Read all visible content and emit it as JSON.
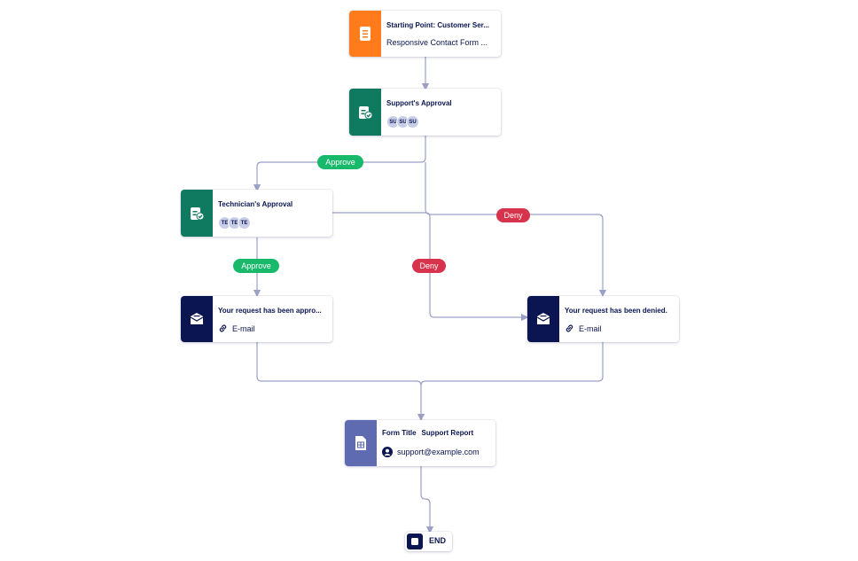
{
  "colors": {
    "form": "#ff7b1c",
    "approval": "#0f7a5f",
    "email": "#0a1551",
    "report": "#5e6bb0",
    "approve": "#18b96b",
    "deny": "#d7334c",
    "connector": "#9aa0c6"
  },
  "nodes": {
    "start": {
      "title": "Starting Point: Customer Ser...",
      "subtitle": "Responsive Contact Form ...",
      "icon": "form-icon"
    },
    "support_approval": {
      "title": "Support's Approval",
      "assignees": [
        "SU",
        "SU",
        "SU"
      ],
      "icon": "approval-icon"
    },
    "technician_approval": {
      "title": "Technician's Approval",
      "assignees": [
        "TE",
        "TE",
        "TE"
      ],
      "icon": "approval-icon"
    },
    "email_approved": {
      "title": "Your request has been appro...",
      "type_label": "E-mail",
      "icon": "email-icon"
    },
    "email_denied": {
      "title": "Your request has been denied.",
      "type_label": "E-mail",
      "icon": "email-icon"
    },
    "report": {
      "field_label": "Form Title",
      "field_value": "Support Report",
      "email": "support@example.com",
      "icon": "report-icon"
    },
    "end": {
      "label": "END"
    }
  },
  "edges": {
    "support_approve": "Approve",
    "support_deny": "Deny",
    "technician_approve": "Approve",
    "technician_deny": "Deny"
  }
}
